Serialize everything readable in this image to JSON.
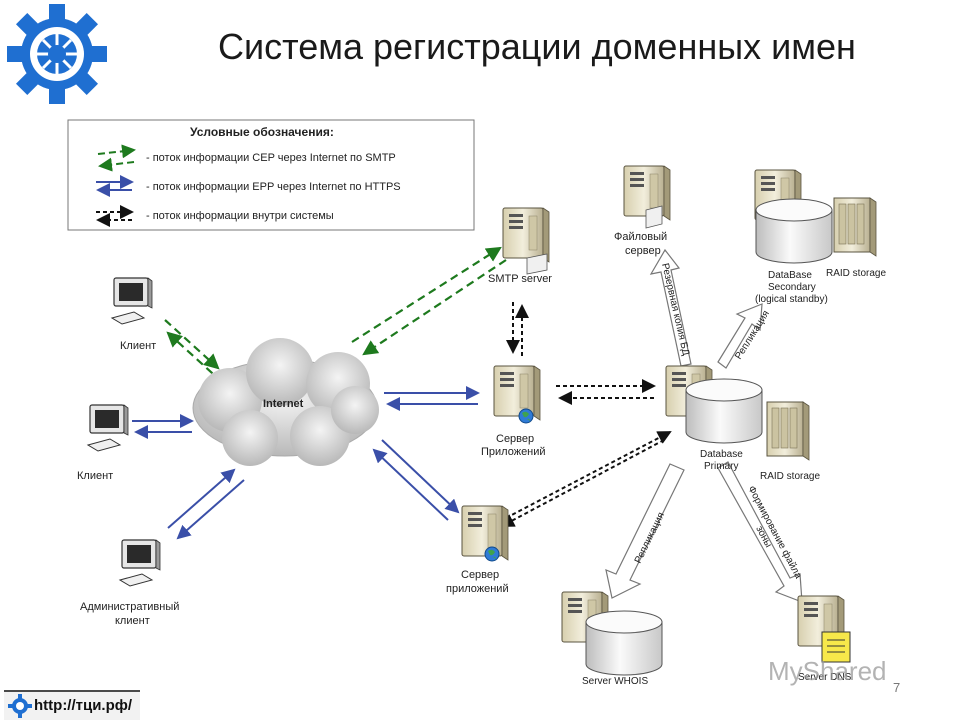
{
  "slide": {
    "title": "Система регистрации доменных имен",
    "page_number": "7",
    "footer_url": "http://тци.рф/",
    "watermark": "MyShared"
  },
  "legend": {
    "title": "Условные обозначения:",
    "items": [
      {
        "text": "- поток информации CEP через Internet по SMTP",
        "color": "#1e7a1e"
      },
      {
        "text": "- поток информации EPP через Internet по HTTPS",
        "color": "#3a4fa8"
      },
      {
        "text": "- поток информации внутри системы",
        "color": "#111111"
      }
    ]
  },
  "nodes": {
    "internet": "Internet",
    "client1": "Клиент",
    "client2": "Клиент",
    "admin_l1": "Административный",
    "admin_l2": "клиент",
    "smtp": "SMTP server",
    "app1_l1": "Сервер",
    "app1_l2": "Приложений",
    "app2_l1": "Сервер",
    "app2_l2": "приложений",
    "file_l1": "Файловый",
    "file_l2": "сервер",
    "dbsec_l1": "DataBase",
    "dbsec_l2": "Secondary",
    "dbsec_l3": "(logical standby)",
    "raid1": "RAID storage",
    "dbpri_l1": "Database",
    "dbpri_l2": "Primary",
    "raid2": "RAID storage",
    "whois": "Server WHOIS",
    "dns": "Server DNS"
  },
  "arrows": {
    "backup": "Резервная копия БД",
    "replication_top": "Репликация",
    "replication_bottom": "Репликация",
    "zone_l1": "Формирование файла",
    "zone_l2": "зоны"
  },
  "colors": {
    "green": "#1e7a1e",
    "blue": "#3a4fa8",
    "black": "#111111",
    "logo": "#1f6fd1"
  },
  "icons": {
    "logo": "gear-logo-icon",
    "server": "server-icon",
    "computer": "computer-icon",
    "database": "database-icon",
    "storage": "raid-storage-icon"
  }
}
